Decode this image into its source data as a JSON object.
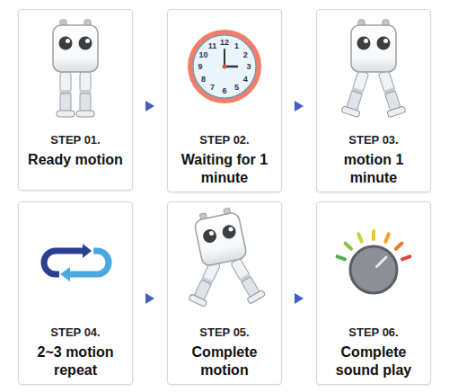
{
  "diagram": {
    "nodes": [
      {
        "text": [
          "STEP 01.",
          "Ready motion"
        ]
      },
      {
        "text": [
          "STEP 02.",
          "Waiting for 1 minute"
        ]
      },
      {
        "text": [
          "STEP 03.",
          "motion 1 minute"
        ]
      },
      {
        "text": [
          "STEP 04.",
          "2~3 motion repeat"
        ]
      },
      {
        "text": [
          "STEP 05.",
          "Complete motion"
        ]
      },
      {
        "text": [
          "STEP 06.",
          "Complete sound play"
        ]
      }
    ],
    "edges": [
      {
        "from": 0,
        "to": 1,
        "arrow": "to"
      },
      {
        "from": 1,
        "to": 2,
        "arrow": "to"
      },
      {
        "from": 3,
        "to": 4,
        "arrow": "to"
      },
      {
        "from": 4,
        "to": 5,
        "arrow": "to"
      }
    ],
    "labels": [
      "12",
      "1",
      "2",
      "3",
      "4",
      "5",
      "6",
      "7",
      "8",
      "9",
      "10",
      "11"
    ]
  }
}
